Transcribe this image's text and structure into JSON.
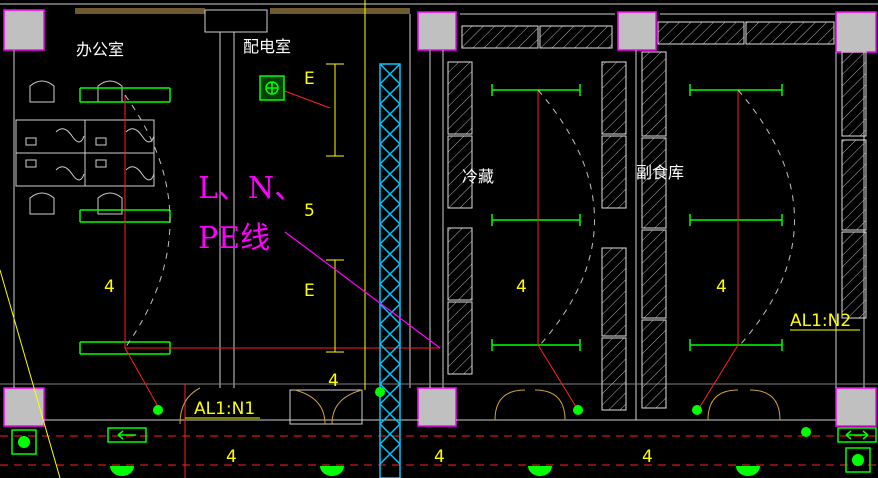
{
  "rooms": {
    "office": "办公室",
    "power_room": "配电室",
    "cold_storage": "冷藏",
    "food_store": "副食库"
  },
  "annotation": {
    "line1": "L、N、",
    "line2": "PE线"
  },
  "circuits": {
    "n1": "AL1:N1",
    "n2": "AL1:N2"
  },
  "marks": {
    "e": "E",
    "five": "5",
    "four": "4"
  },
  "colors": {
    "background": "#000000",
    "wall": "#ffffff",
    "column": "#c0c0c0",
    "wire_red": "#ff2020",
    "fixture_green": "#00ff00",
    "cable_cyan": "#00c8ff",
    "annotation": "#ff00ff",
    "label_yellow": "#ffff00"
  }
}
